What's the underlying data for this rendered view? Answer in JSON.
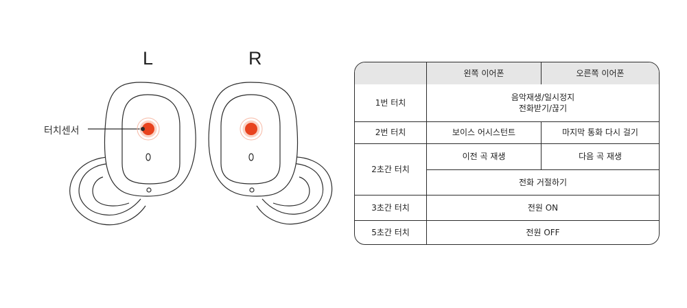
{
  "earbuds": {
    "left_label": "L",
    "right_label": "R",
    "sensor_label": "터치센서",
    "colors": {
      "sensor": "#e8431e",
      "sensor_ring": "#f4a38a",
      "outline": "#2b2b2b"
    }
  },
  "table": {
    "headers": [
      "",
      "왼쪽 이어폰",
      "오른쪽 이어폰"
    ],
    "rows": {
      "r1": {
        "label": "1번 터치",
        "both_line1": "음악재생/일시정지",
        "both_line2": "전화받기/끊기"
      },
      "r2": {
        "label": "2번 터치",
        "left": "보이스 어시스턴트",
        "right": "마지막 통화 다시 걸기"
      },
      "r3": {
        "label": "2초간 터치",
        "left": "이전 곡 재생",
        "right": "다음 곡 재생",
        "both": "전화 거절하기"
      },
      "r4": {
        "label": "3초간 터치",
        "both": "전원 ON"
      },
      "r5": {
        "label": "5초간 터치",
        "both": "전원 OFF"
      }
    },
    "colors": {
      "header_bg": "#e6e6e6",
      "border": "#2b2b2b"
    }
  }
}
